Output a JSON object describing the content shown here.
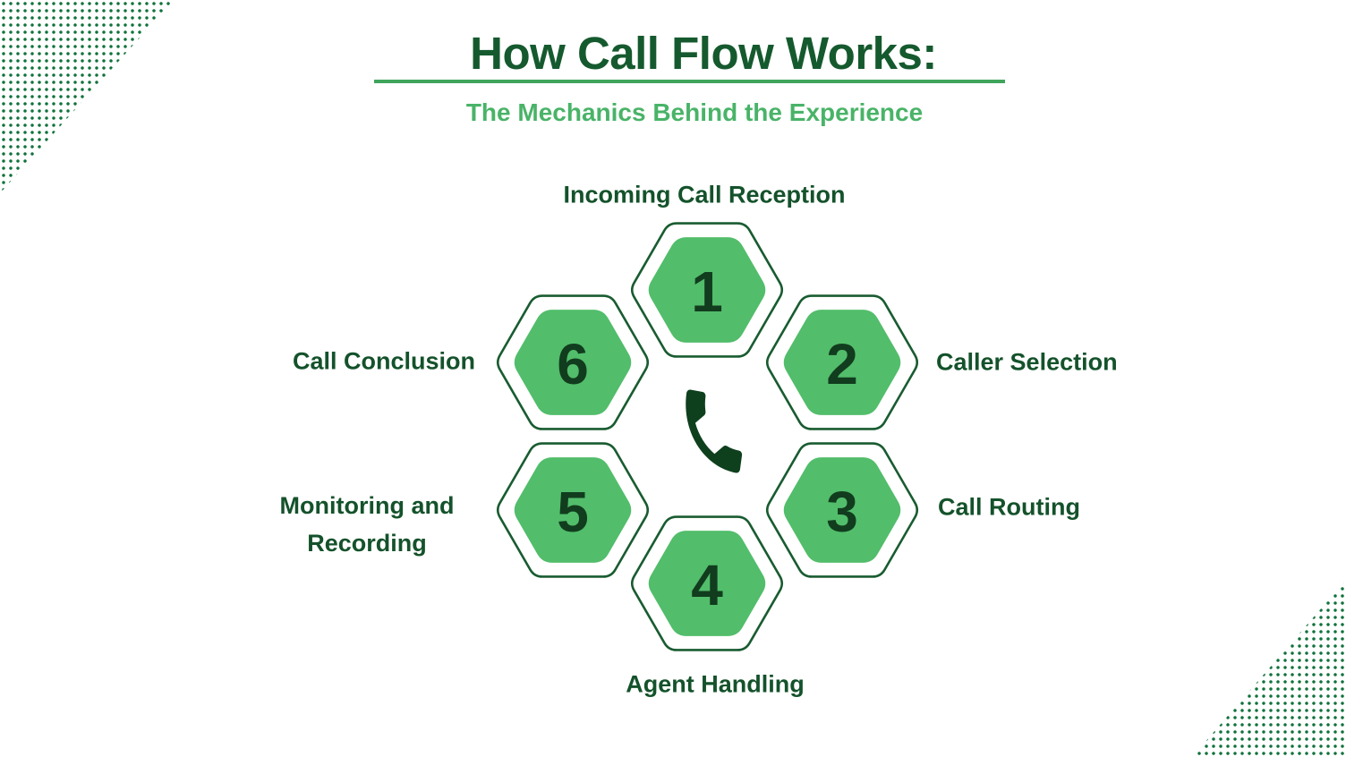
{
  "header": {
    "title": "How Call Flow Works:",
    "subtitle": "The Mechanics Behind the Experience"
  },
  "center_icon": "phone-handset-icon",
  "steps": [
    {
      "number": "1",
      "label": "Incoming Call Reception"
    },
    {
      "number": "2",
      "label": "Caller Selection"
    },
    {
      "number": "3",
      "label": "Call Routing"
    },
    {
      "number": "4",
      "label": "Agent Handling"
    },
    {
      "number": "5",
      "label": "Monitoring and Recording"
    },
    {
      "number": "6",
      "label": "Call Conclusion"
    }
  ],
  "colors": {
    "background": "#FFFFFF",
    "title_green": "#15592E",
    "underline_green": "#3FA55D",
    "subtitle_green": "#49B467",
    "label_green": "#14522B",
    "hex_stroke": "#1A5C31",
    "hex_fill": "#52BD6A",
    "number_green": "#123C1E",
    "phone_green": "#0E401E",
    "dots_green": "#10723B"
  }
}
